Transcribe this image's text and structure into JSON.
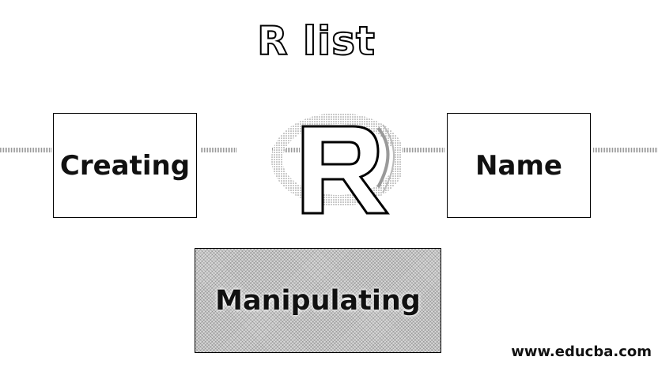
{
  "title": "R list",
  "boxes": {
    "creating": "Creating",
    "name": "Name",
    "manipulating": "Manipulating"
  },
  "logo": {
    "letter": "R",
    "icon": "r-logo-icon"
  },
  "watermark": "www.educba.com"
}
